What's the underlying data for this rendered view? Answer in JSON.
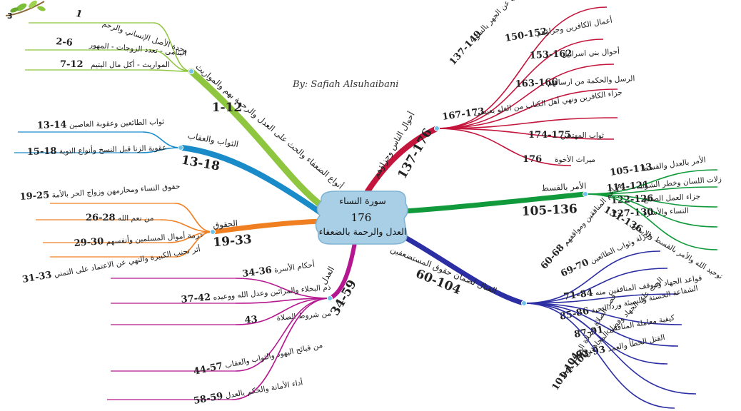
{
  "page_number": "3",
  "author": "By: Safiah Alsuhaibani",
  "center": {
    "title": "سورة النساء",
    "count": "176",
    "subtitle": "العدل والرحمة بالضعفاء"
  },
  "branches": [
    {
      "id": "top-left",
      "color": "#8ec63f",
      "title": "أنواع الضعفاء والحث على العدل والرحمة بهم والمواريث",
      "range": "1-12",
      "children": [
        {
          "text": "وحدة الأصل الإنساني والرحم",
          "range": "1"
        },
        {
          "text": "اليتامى - تعدد الزوجات - المهور",
          "range": "2-6"
        },
        {
          "text": "المواريث - أكل مال اليتيم",
          "range": "7-12"
        }
      ]
    },
    {
      "id": "mid-left",
      "color": "#1a8bc9",
      "title": "الثواب والعقاب",
      "range": "13-18",
      "children": [
        {
          "text": "ثواب الطائعين وعقوبة العاصين",
          "range": "13-14"
        },
        {
          "text": "عقوبة الزنا قبل النسخ وأنواع التوبة",
          "range": "15-18"
        }
      ]
    },
    {
      "id": "lower-left",
      "color": "#f07f22",
      "title": "الحقوق",
      "range": "19-33",
      "children": [
        {
          "text": "حقوق النساء ومحارمهن وزواج الحر بالأمة",
          "range": "19-25"
        },
        {
          "text": "من نعم الله",
          "range": "26-28"
        },
        {
          "text": "حرمة أموال المسلمين وأنفسهم",
          "range": "29-30"
        },
        {
          "text": "أثر تجنب الكبيرة والنهي عن الاعتماد على التمني",
          "range": "31-33"
        }
      ]
    },
    {
      "id": "bottom-left",
      "color": "#b4178f",
      "title": "العدل",
      "range": "34-59",
      "children": [
        {
          "text": "أحكام الأسرة",
          "range": "34-36"
        },
        {
          "text": "ذم البخلاء والمرائين وعدل الله ووعيده",
          "range": "37-42"
        },
        {
          "text": "من شروط الصلاة",
          "range": "43"
        },
        {
          "text": "من قبائح اليهود والثواب والعقاب",
          "range": "44-57"
        },
        {
          "text": "أداء الأمانة والحكم بالعدل",
          "range": "58-59"
        }
      ]
    },
    {
      "id": "top-right",
      "color": "#c4153c",
      "title": "أحوال الناس وجزاؤهم",
      "range": "137-176",
      "children": [
        {
          "text": "خصائص المنافقين والنهي عن الجهر بالسوء",
          "range": "137-149"
        },
        {
          "text": "أعمال الكافرين وجزاؤهم",
          "range": "150-152"
        },
        {
          "text": "أحوال بني اسرائيل",
          "range": "153-162"
        },
        {
          "text": "الرسل والحكمة من ارسالهم",
          "range": "163-166"
        },
        {
          "text": "جزاء الكافرين ونهي أهل الكتاب من الغلو بعيسى",
          "range": "167-173"
        },
        {
          "text": "ثواب المهتدين",
          "range": "174-175"
        },
        {
          "text": "ميراث الأخوة",
          "range": "176"
        }
      ]
    },
    {
      "id": "mid-right",
      "color": "#119a3b",
      "title": "الأمر بالقسط",
      "range": "105-136",
      "children": [
        {
          "text": "الأمر بالعدل والقسط",
          "range": "105-113"
        },
        {
          "text": "زلات اللسان وخطر الشرك",
          "range": "114-121"
        },
        {
          "text": "جزاء العمل الصالح",
          "range": "122-126"
        },
        {
          "text": "النساء والأسرة",
          "range": "127-130"
        },
        {
          "text": "توحيد الله والأمر بالقسط والإيمان",
          "range": "131-136"
        }
      ]
    },
    {
      "id": "bottom-right",
      "color": "#2c2ea3",
      "title": "القتال لضمان حقوق المستضعفين",
      "range": "60-104",
      "children": [
        {
          "text": "مزاعم المنافقين ومواقفهم",
          "range": "60-68"
        },
        {
          "text": "منزلة وثواب الطائعين",
          "range": "69-70"
        },
        {
          "text": "قواعد الجهاد وموقف المنافقين منه",
          "range": "71-84"
        },
        {
          "text": "الشفاعة الحسنة والسيئة ورد التحية",
          "range": "85-86"
        },
        {
          "text": "كيفية معاملة المنافقين",
          "range": "87-91"
        },
        {
          "text": "القتل الخطأ والعمد",
          "range": "92-93"
        },
        {
          "text": "الحث على الجهاد وفضل المجاهدين",
          "range": "94-100"
        },
        {
          "text": "قصر الصلاة وصلاة الخوف",
          "range": "101-104"
        }
      ]
    }
  ]
}
